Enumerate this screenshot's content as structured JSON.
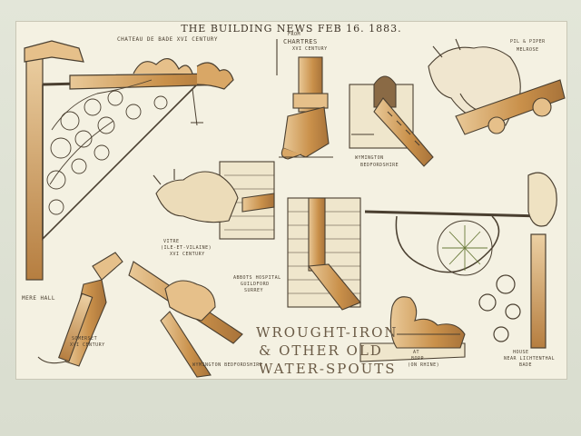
{
  "header": {
    "text": "THE BUILDING NEWS FEB 16. 1883."
  },
  "title": {
    "line1": "WROUGHT-IRON",
    "line2": "& OTHER OLD",
    "line3": "WATER-SPOUTS"
  },
  "labels": {
    "chateau": "CHATEAU DE BADE  XVI CENTURY",
    "chartres_1": "FROM",
    "chartres_2": "CHARTRES",
    "chartres_3": "XVI CENTURY",
    "pilpiper_1": "PIL & PIPER",
    "pilpiper_2": "MELROSE",
    "wymington_1": "WYMINGTON",
    "wymington_2": "BEDFORDSHIRE",
    "vitre_1": "VITRE",
    "vitre_2": "(ILE-ET-VILAINE)",
    "vitre_3": "XVI CENTURY",
    "abbots_1": "ABBOTS HOSPITAL",
    "abbots_2": "GUILDFORD",
    "abbots_3": "SURREY",
    "mere_1": "MERE HALL",
    "mere_2": "SOMERSET",
    "mere_3": "XVI CENTURY",
    "wymington_b": "WYMINGTON  BEDFORDSHIRE",
    "bopp_1": "AT",
    "bopp_2": "BOPP",
    "bopp_3": "(ON RHINE)",
    "lichtenthal_1": "HOUSE",
    "lichtenthal_2": "NEAR LICHTENTHAL",
    "lichtenthal_3": "BADE"
  },
  "colors": {
    "ink": "#4a3f30",
    "ochre": "#c9904a",
    "ochre_light": "#e6c08a",
    "paper": "#f4f1e2",
    "mat": "#dfe3d6"
  }
}
